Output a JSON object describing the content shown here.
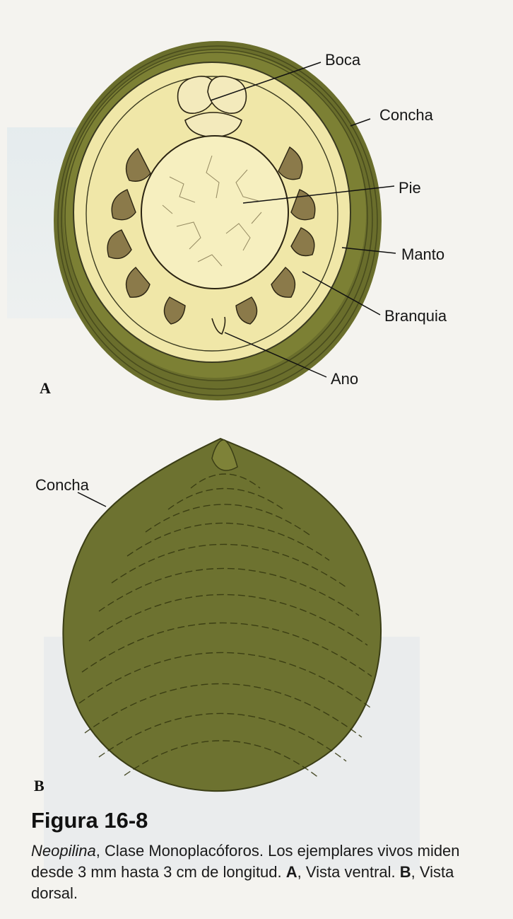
{
  "panel_a": {
    "letter": "A",
    "labels": {
      "boca": "Boca",
      "concha": "Concha",
      "pie": "Pie",
      "manto": "Manto",
      "branquia": "Branquia",
      "ano": "Ano"
    }
  },
  "panel_b": {
    "letter": "B",
    "labels": {
      "concha": "Concha"
    }
  },
  "caption": {
    "title": "Figura 16-8",
    "genus": "Neopilina",
    "text_1": ", Clase Monoplacóforos. Los ejemplares vivos miden desde 3 mm hasta 3 cm de longitud. ",
    "bold_a": "A",
    "text_2": ", Vista ventral. ",
    "bold_b": "B",
    "text_3": ", Vista dorsal."
  },
  "colors": {
    "shell_dark": "#5f6428",
    "shell_mid": "#7c8034",
    "shell_light": "#8f9340",
    "body_yellow": "#efe6a6",
    "foot_yellow": "#f6efbf",
    "background": "#f4f3ef"
  }
}
